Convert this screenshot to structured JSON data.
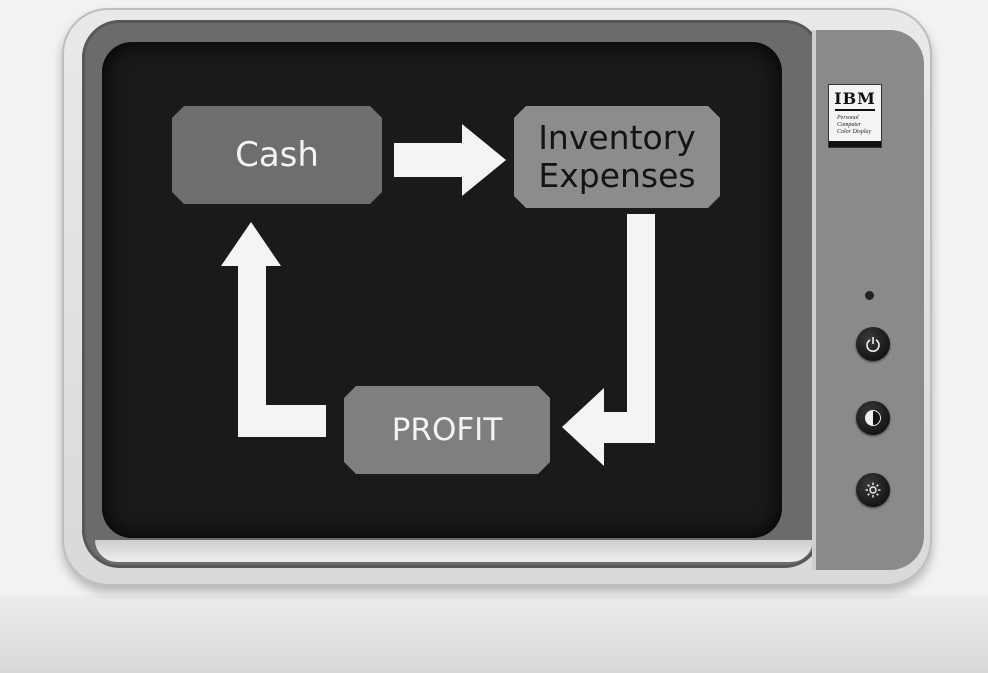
{
  "monitor": {
    "brand": "IBM",
    "model_lines": [
      "Personal",
      "Computer",
      "Color Display"
    ]
  },
  "screen": {
    "boxes": {
      "cash": "Cash",
      "inventory_line1": "Inventory",
      "inventory_line2": "Expenses",
      "profit": "PROFIT"
    }
  },
  "controls": {
    "icons": [
      "power-icon",
      "contrast-icon",
      "brightness-icon"
    ]
  }
}
